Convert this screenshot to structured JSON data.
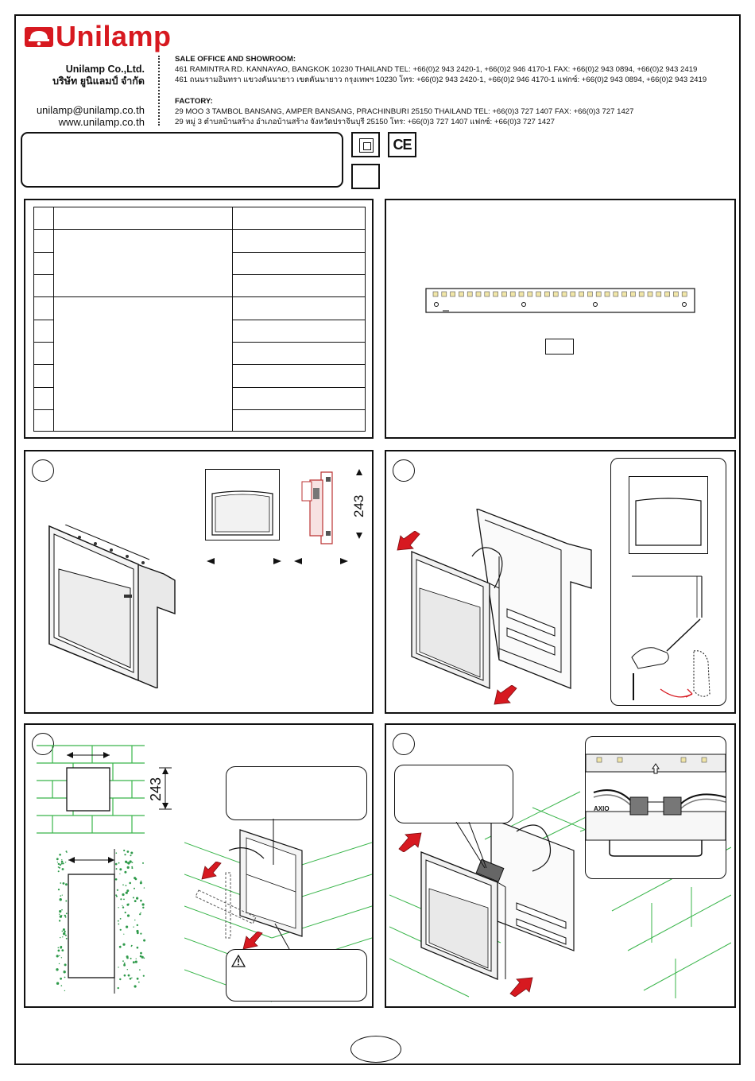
{
  "header": {
    "brand": "Unilamp",
    "company_en": "Unilamp Co.,Ltd.",
    "company_th": "บริษัท ยูนิแลมป์ จำกัด",
    "email": "unilamp@unilamp.co.th",
    "website": "www.unilamp.co.th",
    "sale_office": {
      "label": "SALE OFFICE AND SHOWROOM:",
      "address_en": "461 RAMINTRA RD. KANNAYAO, BANGKOK 10230 THAILAND TEL: +66(0)2 943 2420-1, +66(0)2 946 4170-1 FAX: +66(0)2 943 0894, +66(0)2 943 2419",
      "address_th": "461 ถนนรามอินทรา แขวงคันนายาว เขตคันนายาว กรุงเทพฯ 10230  โทร: +66(0)2 943 2420-1, +66(0)2 946 4170-1 แฟกซ์: +66(0)2 943 0894, +66(0)2 943 2419"
    },
    "factory": {
      "label": "FACTORY:",
      "address_en": "29 MOO 3 TAMBOL BANSANG, AMPER BANSANG, PRACHINBURI 25150 THAILAND TEL: +66(0)3 727 1407 FAX: +66(0)3 727 1427",
      "address_th": "29 หมู่ 3 ตำบลบ้านสร้าง อำเภอบ้านสร้าง จังหวัดปราจีนบุรี  25150  โทร: +66(0)3 727 1407 แฟกซ์: +66(0)3 727 1427"
    }
  },
  "certifications": {
    "ce": "CE"
  },
  "dimensions": {
    "height_front": "243",
    "height_cutout": "243"
  },
  "boards": {
    "connector_label": "AXIO"
  },
  "colors": {
    "brand_red": "#d71920",
    "arrow_red": "#d71920",
    "line": "#111111",
    "plaster_green": "#2e9a4a",
    "brick_green": "#39b54a"
  },
  "icons": [
    "warning-icon",
    "arrow-icon",
    "screwdriver-icon"
  ]
}
